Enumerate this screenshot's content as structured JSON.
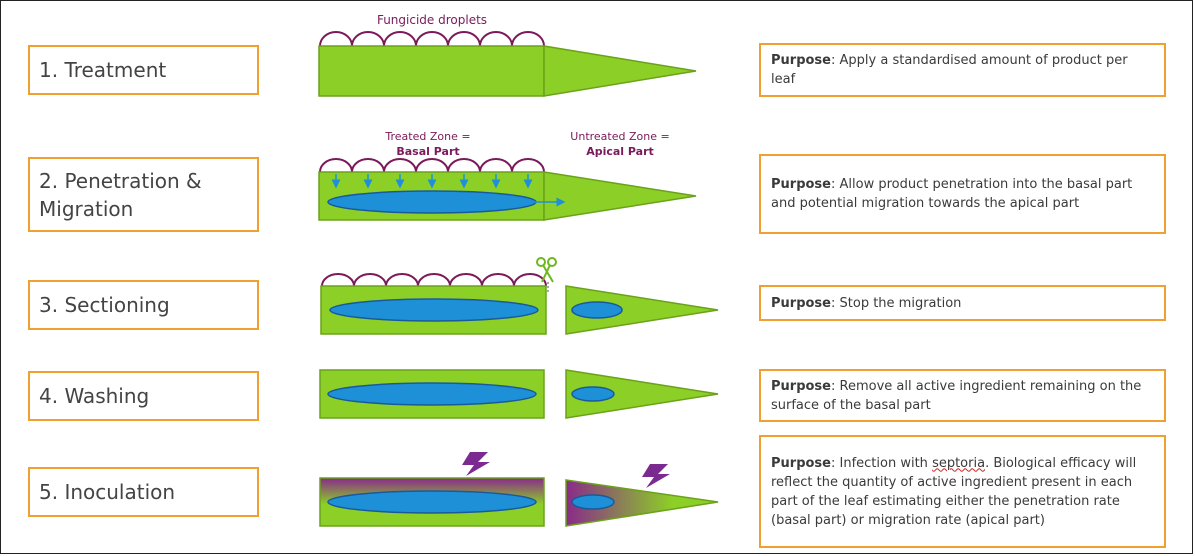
{
  "steps": [
    {
      "label": "1. Treatment"
    },
    {
      "label_line1": "2. Penetration &",
      "label_line2": "Migration"
    },
    {
      "label": "3. Sectioning"
    },
    {
      "label": "4. Washing"
    },
    {
      "label": "5. Inoculation"
    }
  ],
  "purposes": [
    {
      "prefix": "Purpose",
      "text": ": Apply a standardised amount of product per leaf"
    },
    {
      "prefix": "Purpose",
      "text": ": Allow product penetration into the basal part and potential migration towards the apical part"
    },
    {
      "prefix": "Purpose",
      "text": ": Stop the migration"
    },
    {
      "prefix": "Purpose",
      "text": ": Remove all active ingredient remaining on the surface of the basal part"
    },
    {
      "prefix": "Purpose",
      "text_before": ": Infection with ",
      "underlined": "septoria",
      "text_after": ".  Biological efficacy will reflect the quantity of active ingredient present in each part of the leaf estimating either the penetration rate (basal part) or migration rate (apical part)"
    }
  ],
  "diagram": {
    "droplets_label": "Fungicide droplets",
    "treated_zone_line1": "Treated Zone =",
    "treated_zone_line2": "Basal Part",
    "untreated_zone_line1": "Untreated Zone =",
    "untreated_zone_line2": "Apical Part"
  },
  "colors": {
    "leaf_green": "#8ccf26",
    "leaf_outline": "#6aa21a",
    "droplet_purple": "#7a1a5a",
    "ellipse_blue": "#1e90d8",
    "ellipse_outline": "#1a5a9a",
    "arrow_blue": "#1e90d8",
    "box_orange": "#f0a030",
    "infection_purple": "#8a2a8a",
    "lightning_purple": "#7b2a8f"
  }
}
